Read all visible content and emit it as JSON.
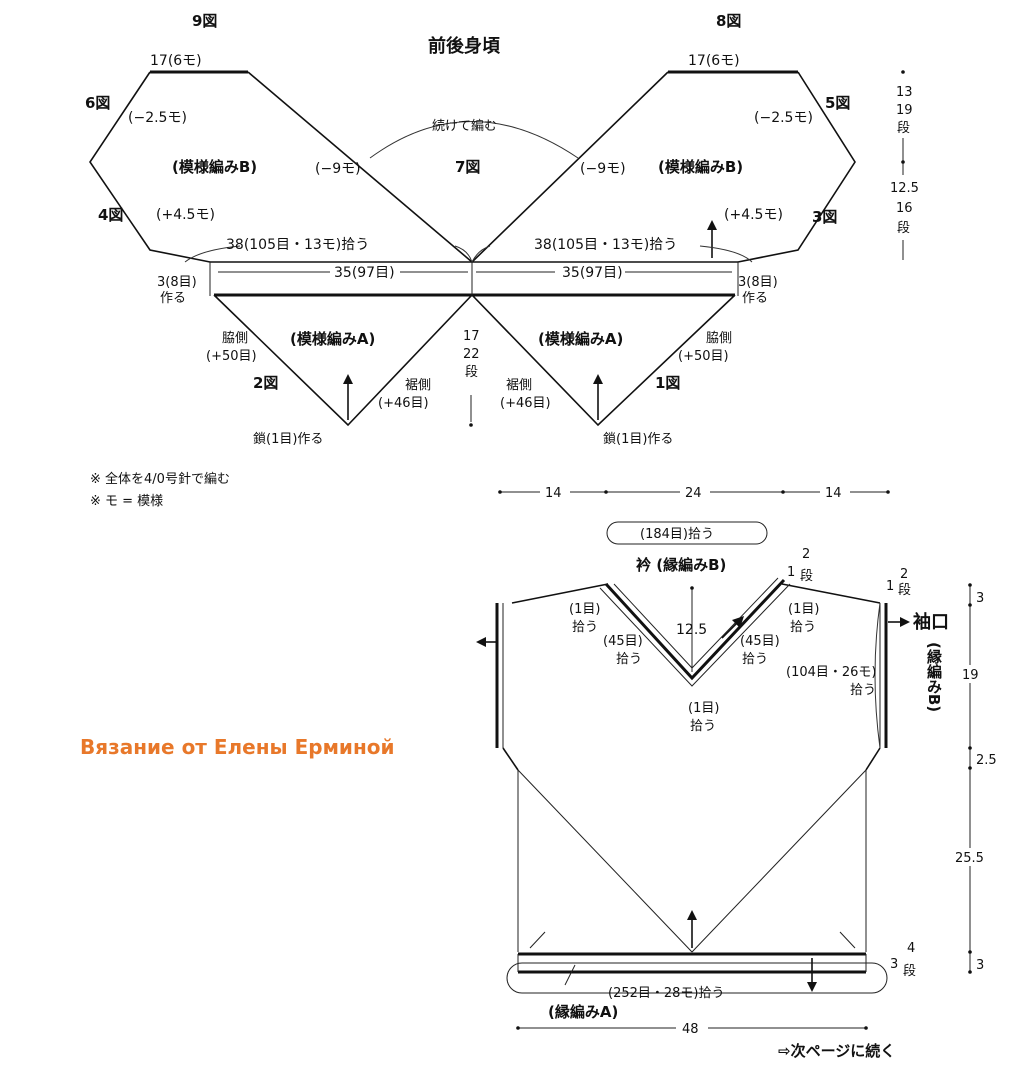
{
  "title": "前後身頃",
  "fig": {
    "f1": "1図",
    "f2": "2図",
    "f3": "3図",
    "f4": "4図",
    "f5": "5図",
    "f6": "6図",
    "f7": "7図",
    "f8": "8図",
    "f9": "9図"
  },
  "top": {
    "top_left_17": "17(6モ)",
    "top_right_17": "17(6モ)",
    "dec_left": "(−2.5モ)",
    "dec_right": "(−2.5モ)",
    "continue": "続けて編む",
    "minus9_left": "(−9モ)",
    "minus9_right": "(−9モ)",
    "patternB_left": "(模様編みB)",
    "patternB_right": "(模様編みB)",
    "inc_left": "(+4.5モ)",
    "inc_right": "(+4.5モ)",
    "pick_left": "38(105目・13モ)拾う",
    "pick_right": "38(105目・13モ)拾う",
    "w35_left": "35(97目)",
    "w35_right": "35(97目)",
    "cast_left_1": "3(8目)",
    "cast_left_2": "作る",
    "cast_right_1": "3(8目)",
    "cast_right_2": "作る",
    "patternA_left": "(模様編みA)",
    "patternA_right": "(模様編みA)",
    "side_left_1": "脇側",
    "side_left_2": "(+50目)",
    "side_right_1": "脇側",
    "side_right_2": "(+50目)",
    "hem_left_1": "裾側",
    "hem_left_2": "(+46目)",
    "hem_right_1": "裾側",
    "hem_right_2": "(+46目)",
    "h17": "17",
    "h22": "22",
    "h_dan": "段",
    "chain_left": "鎖(1目)作る",
    "chain_right": "鎖(1目)作る",
    "r13": "13",
    "r19": "19",
    "r_dan1": "段",
    "r125": "12.5",
    "r16": "16",
    "r_dan2": "段"
  },
  "notes": [
    "※ 全体を4/0号針で編む",
    "※ モ = 模様"
  ],
  "assembly": {
    "w14a": "14",
    "w24": "24",
    "w14b": "14",
    "collar_pick": "(184目)拾う",
    "collar_title": "衿 (縁編みB)",
    "c2": "2",
    "c_dan": "段",
    "c1_left": "1",
    "s1_left_1": "(1目)",
    "s1_left_2": "拾う",
    "s1_right_1": "(1目)",
    "s1_right_2": "拾う",
    "h125": "12.5",
    "s45_left_1": "(45目)",
    "s45_left_2": "拾う",
    "s45_right_1": "(45目)",
    "s45_right_2": "拾う",
    "bottom1_1": "(1目)",
    "bottom1_2": "拾う",
    "sleeve_pick": "(104目・26モ)",
    "sleeve_pick_2": "拾う",
    "sleeve_title": "袖口",
    "sleeve_sub": "(縁編みB)",
    "sl2": "2",
    "sl_dan": "段",
    "sl1": "1",
    "d3a": "3",
    "d19": "19",
    "d25": "2.5",
    "d255": "25.5",
    "d3b": "3",
    "hem_pick": "(252目・28モ)拾う",
    "hem_title": "(縁編みA)",
    "hem4": "4",
    "hem_dan": "段",
    "hem3": "3",
    "w48": "48",
    "next_page": "⇨次ページに続く"
  },
  "watermark": "Вязание от Елены Ерминой"
}
